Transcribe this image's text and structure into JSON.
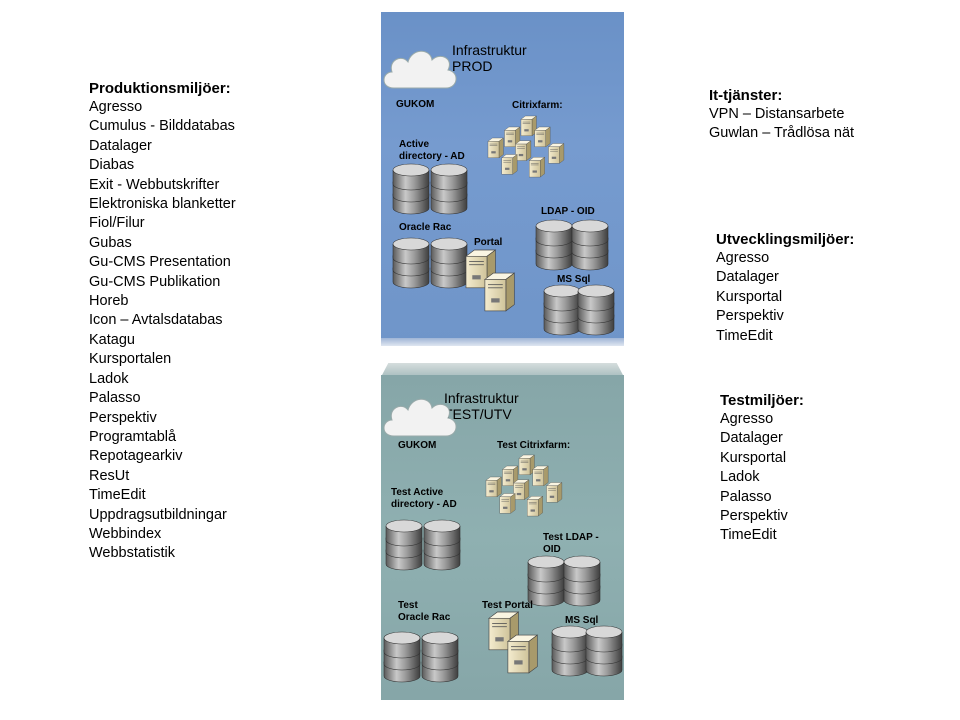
{
  "produktion": {
    "heading": "Produktionsmiljöer:",
    "items": [
      "Agresso",
      "Cumulus - Bilddatabas",
      "Datalager",
      "Diabas",
      "Exit - Webbutskrifter",
      "Elektroniska blanketter",
      "Fiol/Filur",
      "Gubas",
      "Gu-CMS Presentation",
      "Gu-CMS Publikation",
      "Horeb",
      "Icon – Avtalsdatabas",
      "Katagu",
      "Kursportalen",
      "Ladok",
      "Palasso",
      "Perspektiv",
      "Programtablå",
      "Repotagearkiv",
      "ResUt",
      "TimeEdit",
      "Uppdragsutbildningar",
      "Webbindex",
      "Webbstatistik"
    ]
  },
  "it_tjanster": {
    "heading": "It-tjänster:",
    "items": [
      "VPN – Distansarbete",
      "Guwlan – Trådlösa nät"
    ]
  },
  "utveckling": {
    "heading": "Utvecklingsmiljöer:",
    "items": [
      "Agresso",
      "Datalager",
      "Kursportal",
      "Perspektiv",
      "TimeEdit"
    ]
  },
  "test": {
    "heading": "Testmiljöer:",
    "items": [
      "Agresso",
      "Datalager",
      "Kursportal",
      "Ladok",
      "Palasso",
      "Perspektiv",
      "TimeEdit"
    ]
  },
  "prod_box": {
    "title_line1": "Infrastruktur",
    "title_line2": "PROD",
    "gukom": "GUKOM",
    "citrix": "Citrixfarm:",
    "ad": "Active\ndirectory - AD",
    "ldap": "LDAP - OID",
    "oracle": "Oracle Rac",
    "portal": "Portal",
    "mssql": "MS Sql",
    "color": "#769bcf"
  },
  "test_box": {
    "title_line1": "Infrastruktur",
    "title_line2": "TEST/UTV",
    "gukom": "GUKOM",
    "citrix": "Test Citrixfarm:",
    "ad": "Test Active\ndirectory - AD",
    "ldap": "Test LDAP -\nOID",
    "oracle": "Test\nOracle Rac",
    "portal": "Test Portal",
    "mssql": "MS Sql",
    "color": "#8fb0b1"
  }
}
